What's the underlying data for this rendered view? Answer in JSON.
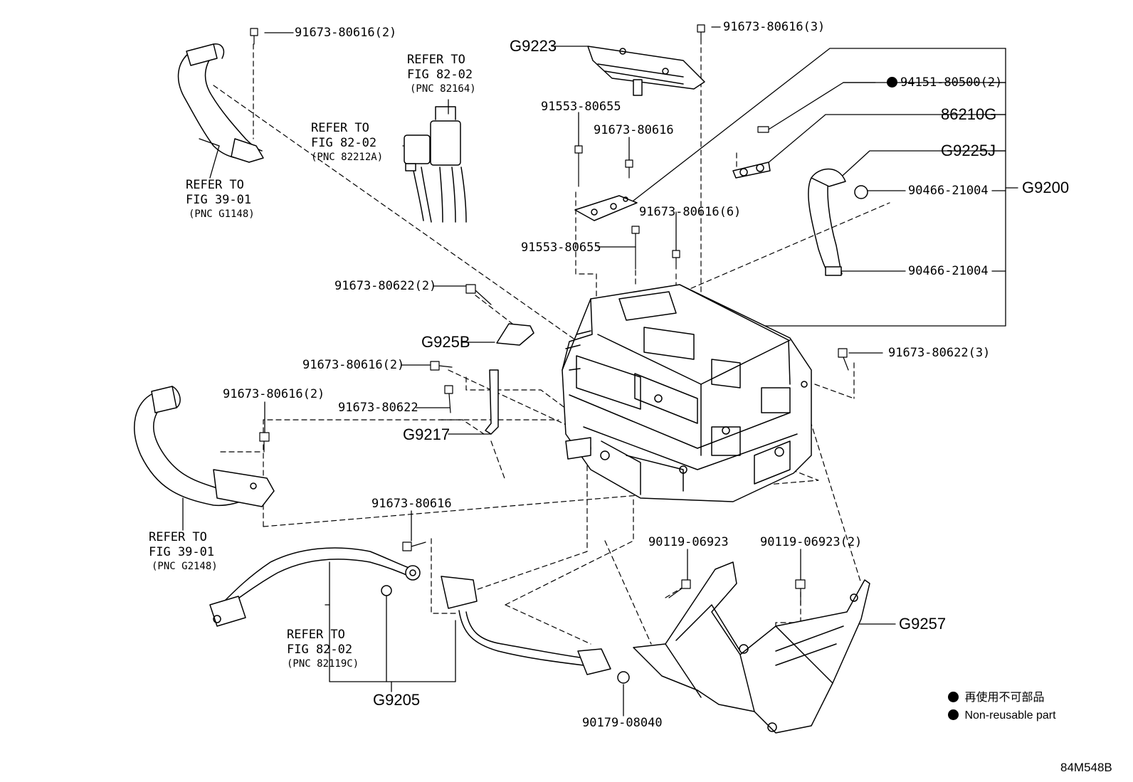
{
  "part_numbers": {
    "p1": "91673-80616(2)",
    "p2": "91673-80616(3)",
    "p3": "94151-80500(2)",
    "p4": "91553-80655",
    "p5": "91673-80616",
    "p6": "91673-80616(6)",
    "p7": "91553-80655",
    "p8": "90466-21004",
    "p9": "90466-21004",
    "p10": "91673-80622(2)",
    "p11": "91673-80616(2)",
    "p12": "91673-80622",
    "p13": "91673-80616(2)",
    "p14": "91673-80622(3)",
    "p15": "91673-80616",
    "p16": "90119-06923",
    "p17": "90119-06923(2)",
    "p18": "90179-08040"
  },
  "assemblies": {
    "g9223": "G9223",
    "g86210": "86210G",
    "g9225j": "G9225J",
    "g9200": "G9200",
    "g925b": "G925B",
    "g9217": "G9217",
    "g9257": "G9257",
    "g9205": "G9205"
  },
  "references": [
    {
      "l1": "REFER TO",
      "l2": "FIG 82-02",
      "pnc": "(PNC 82164)"
    },
    {
      "l1": "REFER TO",
      "l2": "FIG 82-02",
      "pnc": "(PNC 82212A)"
    },
    {
      "l1": "REFER TO",
      "l2": "FIG 39-01",
      "pnc": "(PNC G1148)"
    },
    {
      "l1": "REFER TO",
      "l2": "FIG 39-01",
      "pnc": "(PNC G2148)"
    },
    {
      "l1": "REFER TO",
      "l2": "FIG 82-02",
      "pnc": "(PNC 82119C)"
    }
  ],
  "legend": {
    "line1": "再使用不可部品",
    "line2": "Non-reusable part"
  },
  "diagram_code": "84M548B"
}
